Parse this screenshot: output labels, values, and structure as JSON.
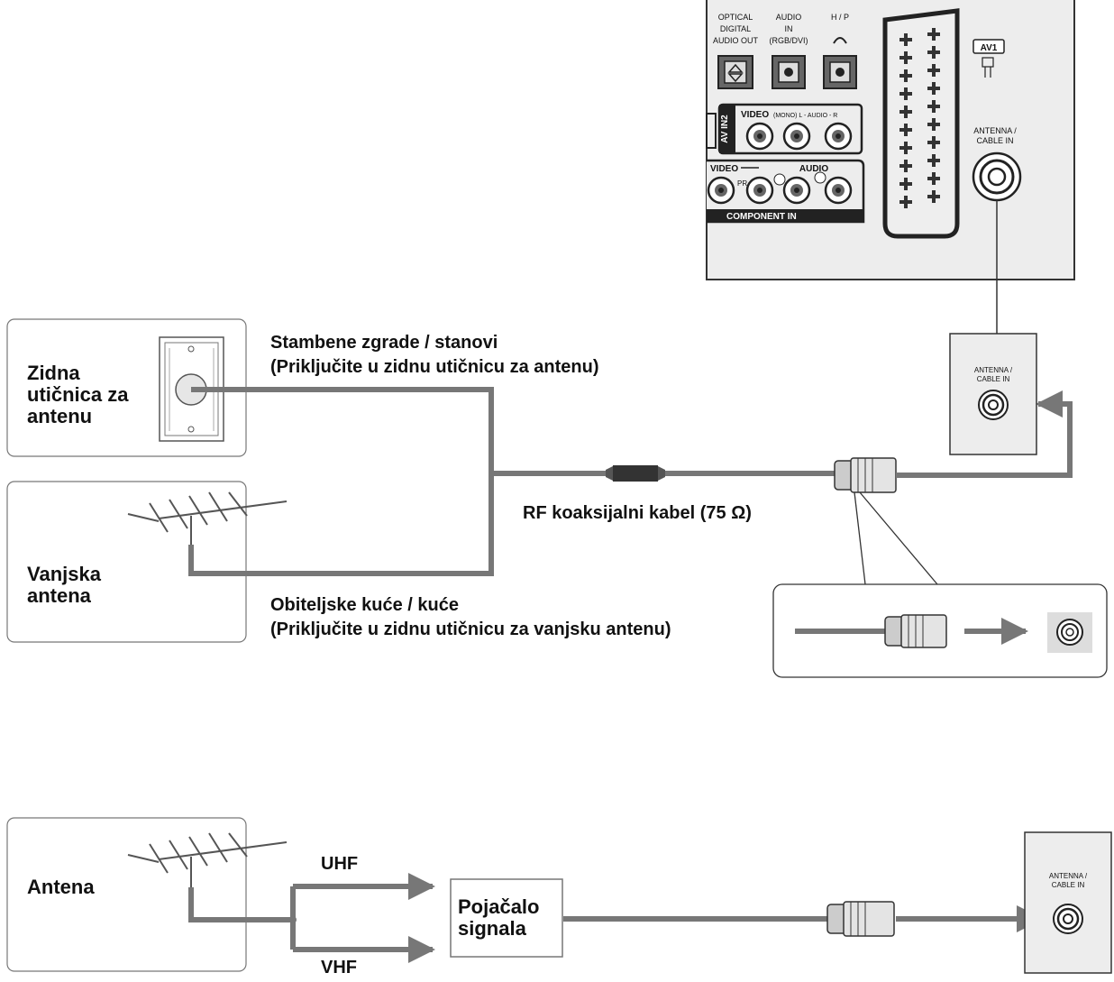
{
  "tv_panel": {
    "optical_label": [
      "OPTICAL",
      "DIGITAL",
      "AUDIO OUT"
    ],
    "audio_in_label": [
      "AUDIO",
      "IN",
      "(RGB/DVI)"
    ],
    "hp_label": "H / P",
    "av_in2_label": "AV IN2",
    "av_in2_video": "VIDEO",
    "av_in2_audio": "(MONO) L - AUDIO - R",
    "component_video": "VIDEO",
    "component_audio": "AUDIO",
    "component_pr": "PR",
    "component_in": "COMPONENT IN",
    "av1_label": "AV1",
    "antenna_label": [
      "ANTENNA /",
      "CABLE IN"
    ]
  },
  "upper_diagram": {
    "wall_outlet_label": [
      "Zidna",
      "utičnica za",
      "antenu"
    ],
    "outdoor_antenna_label": [
      "Vanjska",
      "antena"
    ],
    "apartments_caption": [
      "Stambene zgrade / stanovi",
      "(Priključite u zidnu utičnicu za antenu)"
    ],
    "houses_caption": [
      "Obiteljske kuće / kuće",
      "(Priključite u zidnu utičnicu za vanjsku antenu)"
    ],
    "cable_label": "RF koaksijalni kabel (75 Ω)",
    "antenna_input_label": [
      "ANTENNA /",
      "CABLE IN"
    ]
  },
  "lower_diagram": {
    "antenna_label": "Antena",
    "uhf_label": "UHF",
    "vhf_label": "VHF",
    "amplifier_label": [
      "Pojačalo",
      "signala"
    ],
    "antenna_input_label": [
      "ANTENNA /",
      "CABLE IN"
    ]
  }
}
